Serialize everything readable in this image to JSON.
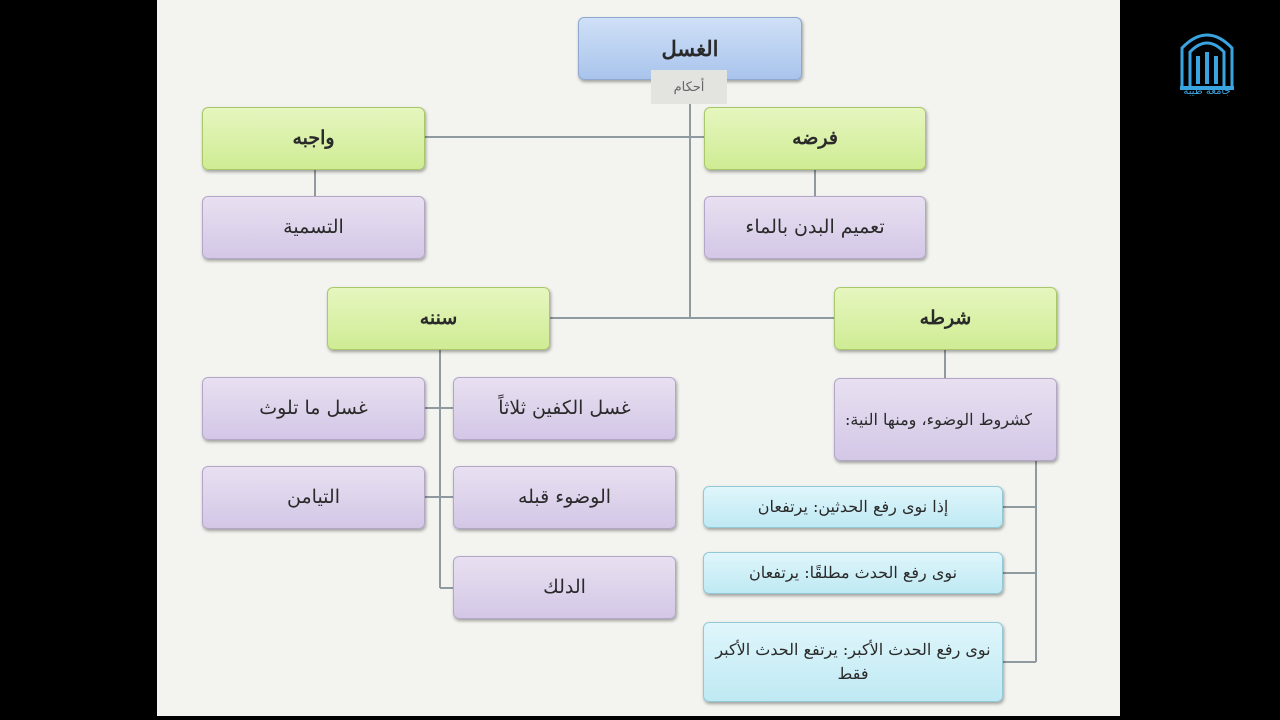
{
  "diagram": {
    "root": "الغسل",
    "root_tag": "أحكام",
    "branches": {
      "fard": {
        "title": "فرضه",
        "child": "تعميم البدن بالماء"
      },
      "wajib": {
        "title": "واجبه",
        "child": "التسمية"
      },
      "shart": {
        "title": "شرطه",
        "child": "كشروط الوضوء، ومنها النية:",
        "cases": [
          "إذا نوى رفع الحدثين: يرتفعان",
          "نوى رفع الحدث مطلقًا: يرتفعان",
          "نوى رفع الحدث الأكبر: يرتفع الحدث الأكبر فقط"
        ]
      },
      "sunan": {
        "title": "سننه",
        "items": [
          "غسل الكفين ثلاثاً",
          "غسل ما تلوث",
          "الوضوء قبله",
          "التيامن",
          "الدلك"
        ]
      }
    }
  },
  "logo": {
    "text": "جامعة طيبة",
    "color": "#3aa4e0"
  }
}
